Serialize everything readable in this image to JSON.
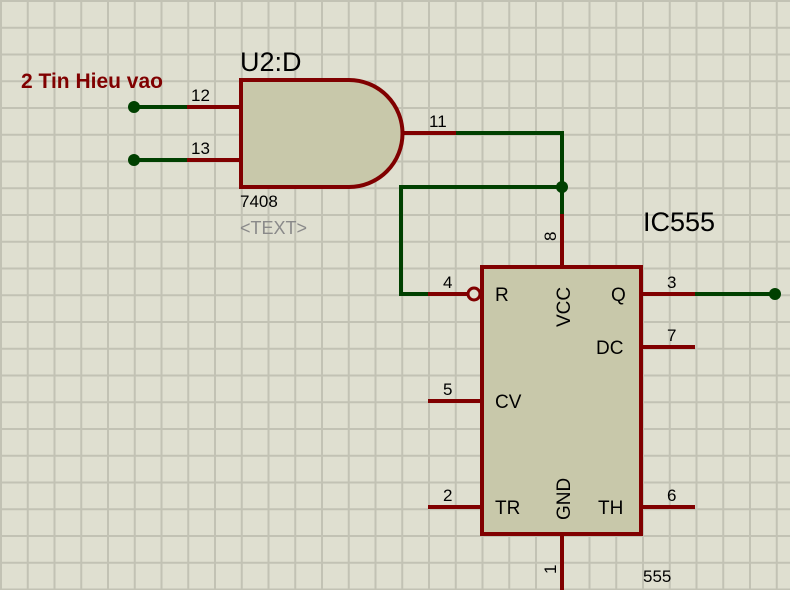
{
  "colors": {
    "background": "#dfdfd0",
    "grid": "#c2c2b4",
    "pin": "#800000",
    "body_fill": "#c8c8aa",
    "wire": "#004000",
    "text": "#000000",
    "note": "#800000",
    "ghost_text": "#8a8a8a"
  },
  "annotation": {
    "text": "2 Tin Hieu vao"
  },
  "and_gate": {
    "reference": "U2:D",
    "type": "7408",
    "placeholder_text": "<TEXT>",
    "pins": {
      "in_a": "12",
      "in_b": "13",
      "out": "11"
    }
  },
  "ic555": {
    "reference": "IC555",
    "type": "555",
    "pins": [
      {
        "num": "4",
        "label": "R",
        "side": "left",
        "inverted": true
      },
      {
        "num": "5",
        "label": "CV",
        "side": "left"
      },
      {
        "num": "2",
        "label": "TR",
        "side": "left"
      },
      {
        "num": "8",
        "label": "VCC",
        "side": "top"
      },
      {
        "num": "1",
        "label": "GND",
        "side": "bottom"
      },
      {
        "num": "3",
        "label": "Q",
        "side": "right"
      },
      {
        "num": "7",
        "label": "DC",
        "side": "right"
      },
      {
        "num": "6",
        "label": "TH",
        "side": "right"
      }
    ]
  }
}
